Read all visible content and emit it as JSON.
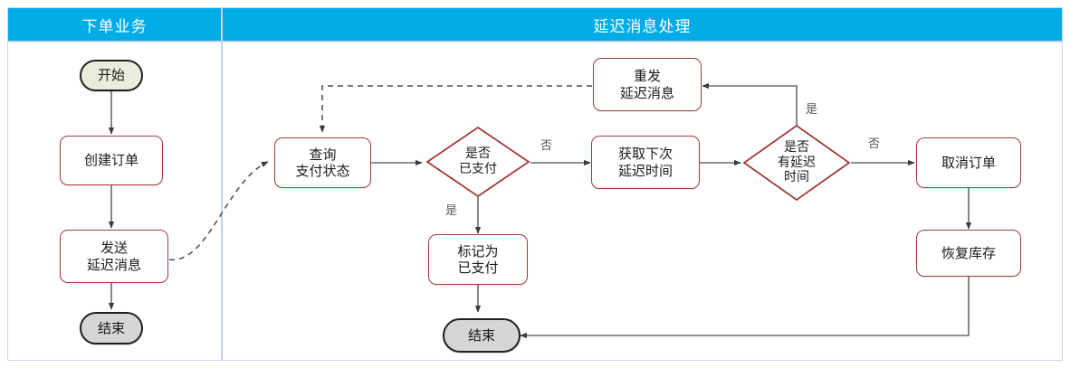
{
  "diagram": {
    "title_bar_color": "#00ace6",
    "process_border_color": "#a33b3b",
    "edge_color": "#4d4d4d",
    "lane_divider_color": "#b9d4ea",
    "lanes": [
      {
        "id": "lane-order",
        "label": "下单业务"
      },
      {
        "id": "lane-delay",
        "label": "延迟消息处理"
      }
    ],
    "nodes": {
      "start": "开始",
      "create_order": "创建订单",
      "send_delay_msg": "发送\n延迟消息",
      "end_left": "结束",
      "query_pay_status": "查询\n支付状态",
      "is_paid": "是否\n已支付",
      "resend_delay_msg": "重发\n延迟消息",
      "get_next_delay": "获取下次\n延迟时间",
      "has_delay_time": "是否\n有延迟\n时间",
      "cancel_order": "取消订单",
      "restore_stock": "恢复库存",
      "mark_paid": "标记为\n已支付",
      "end_right": "结束"
    },
    "edge_labels": {
      "is_paid_no": "否",
      "is_paid_yes": "是",
      "has_delay_yes": "是",
      "has_delay_no": "否"
    }
  }
}
